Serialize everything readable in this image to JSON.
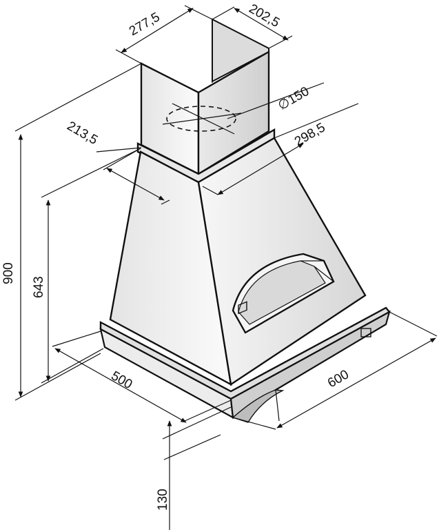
{
  "dimensions": {
    "chimney_width": "277,5",
    "chimney_depth": "202,5",
    "duct_diameter": "∅150",
    "top_depth": "213,5",
    "top_width": "298,5",
    "total_height": "900",
    "hood_height": "643",
    "bottom_depth": "500",
    "bottom_width": "600",
    "base_height": "130"
  }
}
